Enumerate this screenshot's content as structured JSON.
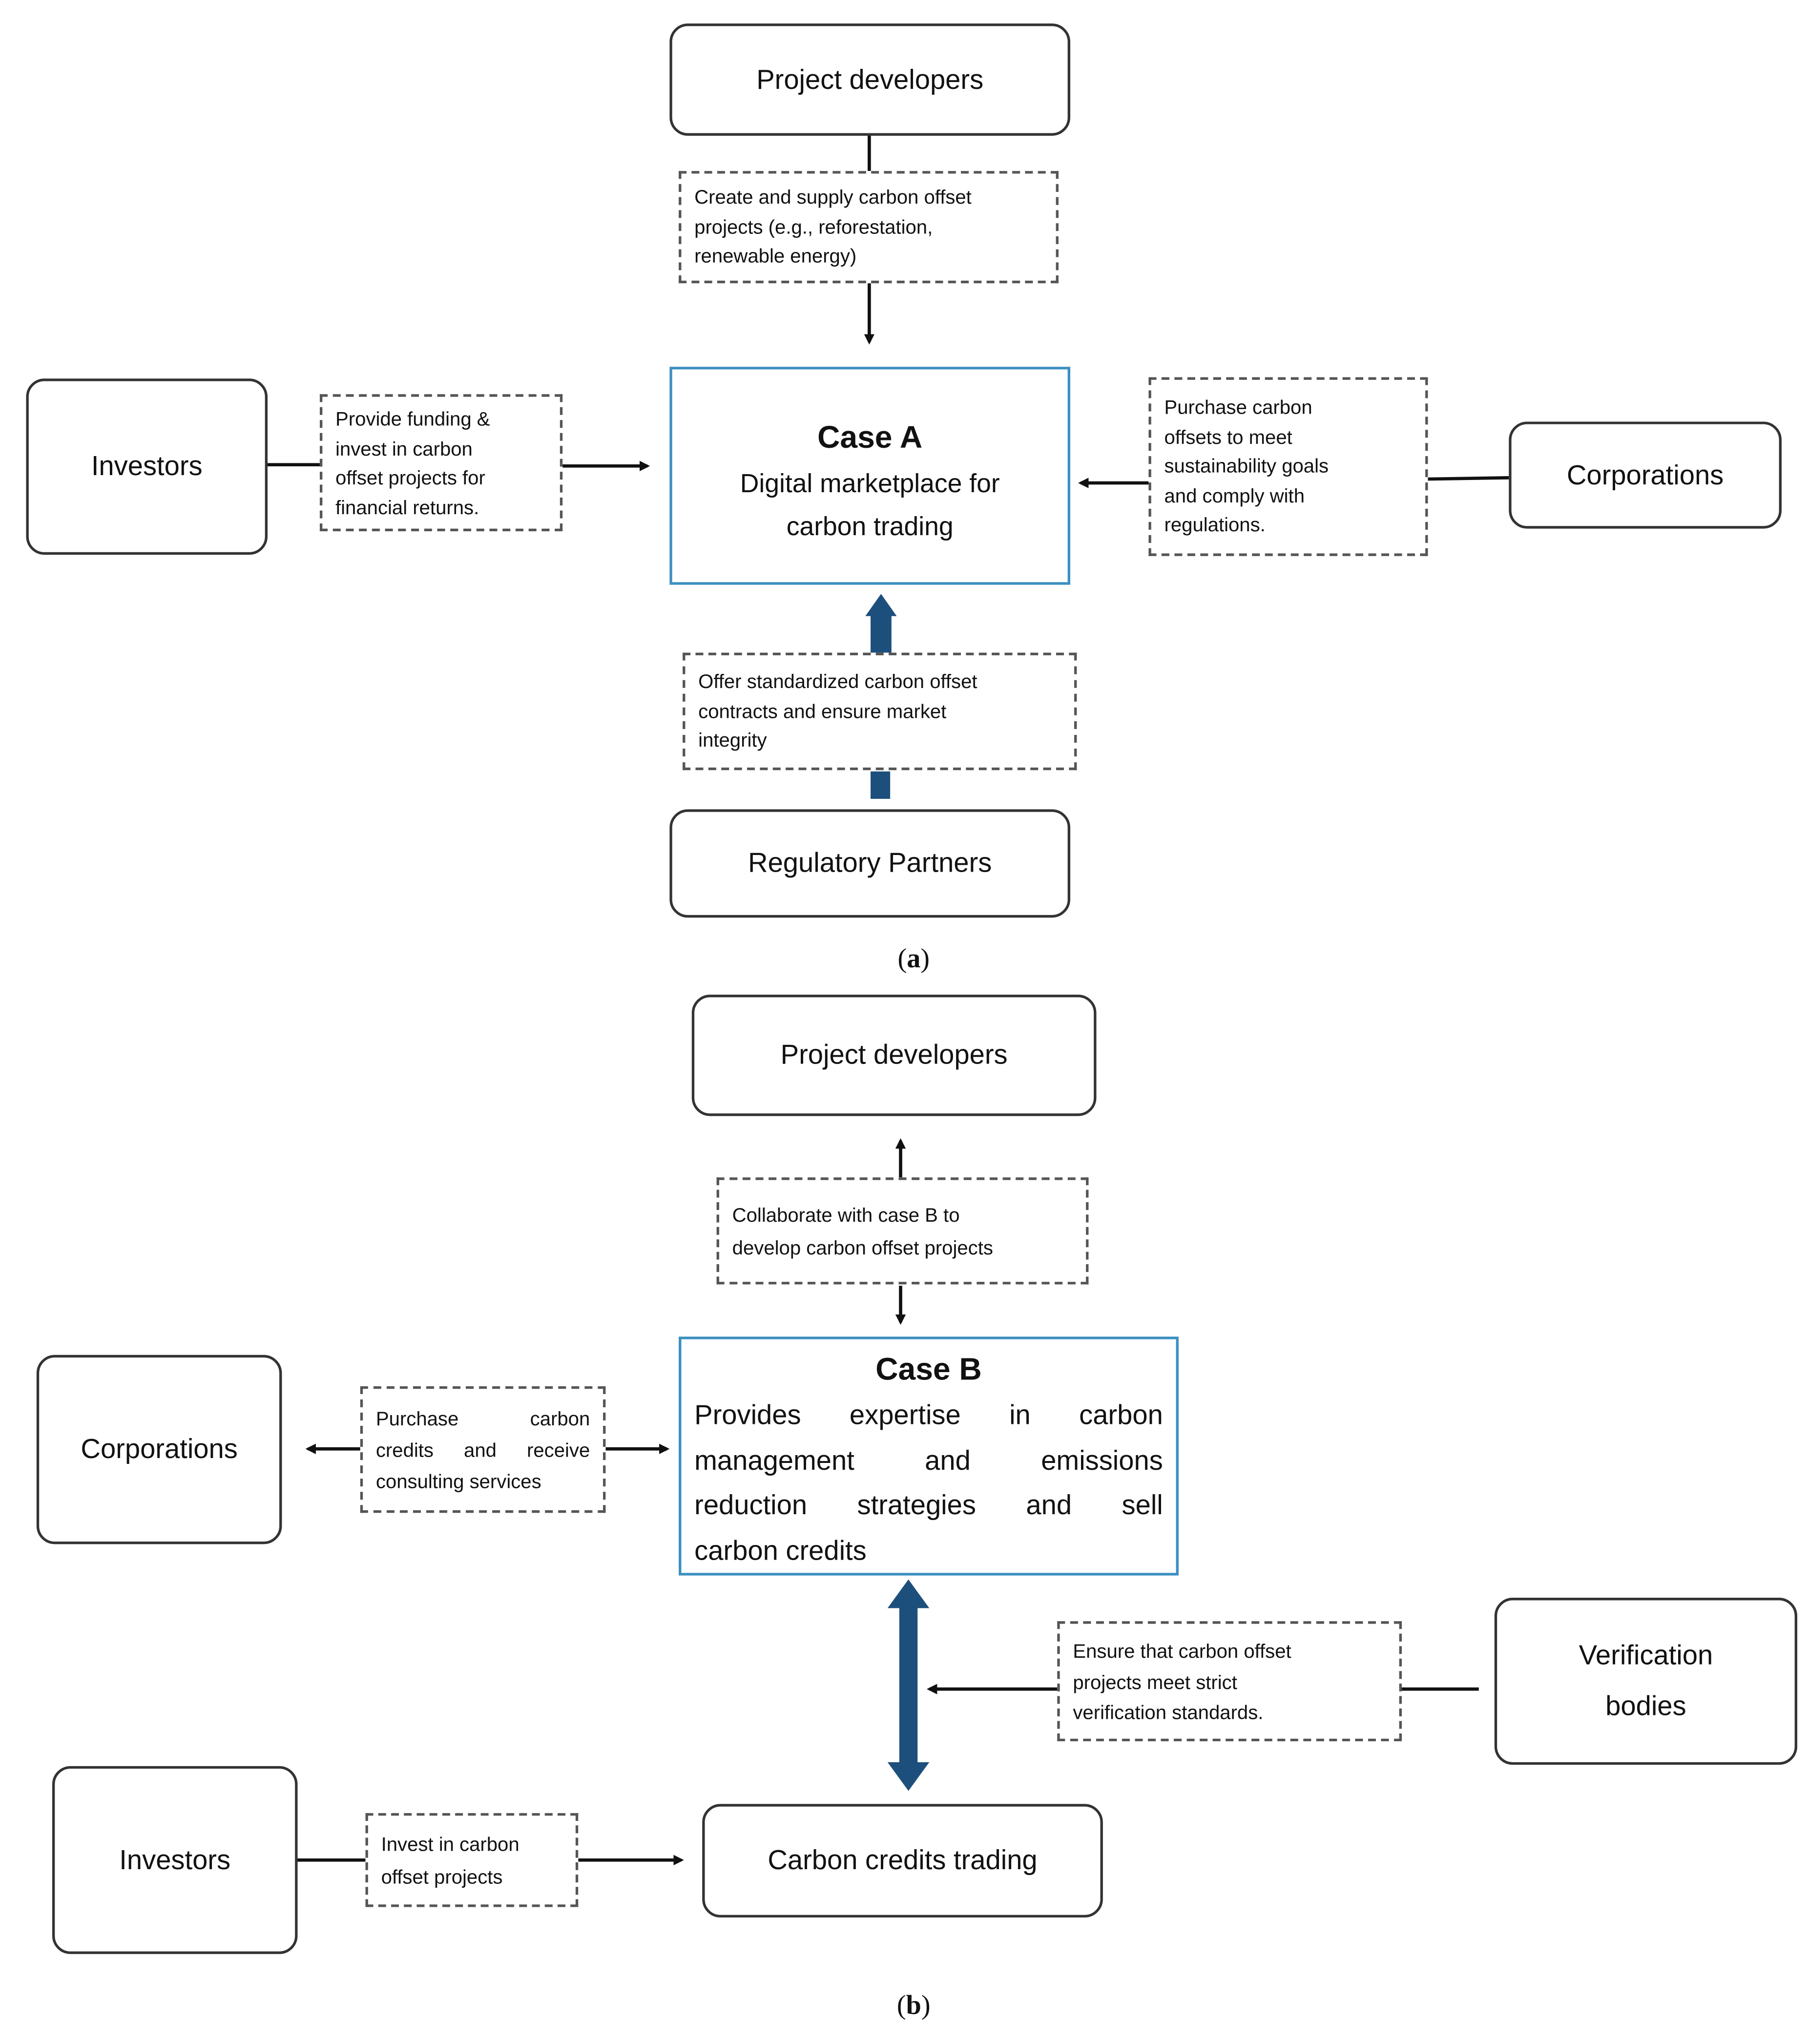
{
  "panel_a": {
    "caption": "a",
    "project_developers": "Project developers",
    "project_developers_note": [
      "Create and supply carbon offset",
      "projects (e.g., reforestation,",
      "renewable energy)"
    ],
    "case_title": "Case A",
    "case_text": [
      "Digital marketplace for",
      "carbon trading"
    ],
    "investors": "Investors",
    "investors_note": [
      "Provide funding &",
      "invest in carbon",
      "offset projects for",
      "financial returns."
    ],
    "corporations": "Corporations",
    "corporations_note": [
      "Purchase carbon",
      "offsets to meet",
      "sustainability goals",
      "and comply with",
      "regulations."
    ],
    "regulatory": "Regulatory Partners",
    "regulatory_note": [
      "Offer standardized carbon offset",
      "contracts and ensure market",
      "integrity"
    ]
  },
  "panel_b": {
    "caption": "b",
    "project_developers": "Project developers",
    "project_developers_note": [
      "Collaborate with case B to",
      "develop carbon offset projects"
    ],
    "case_title": "Case B",
    "case_text": [
      "Provides expertise in carbon",
      "management and emissions",
      "reduction strategies and sell",
      "carbon credits"
    ],
    "corporations": "Corporations",
    "corporations_note": [
      "Purchase carbon",
      "credits and receive",
      "consulting services"
    ],
    "verification": [
      "Verification",
      "bodies"
    ],
    "verification_note": [
      "Ensure that carbon offset",
      "projects meet strict",
      "verification standards."
    ],
    "investors": "Investors",
    "investors_note": [
      "Invest in carbon",
      "offset projects"
    ],
    "trading": "Carbon credits trading"
  },
  "colors": {
    "case_border": "#3b8fc0",
    "thick_arrow": "#1d4f7c",
    "box_border": "#333333"
  }
}
